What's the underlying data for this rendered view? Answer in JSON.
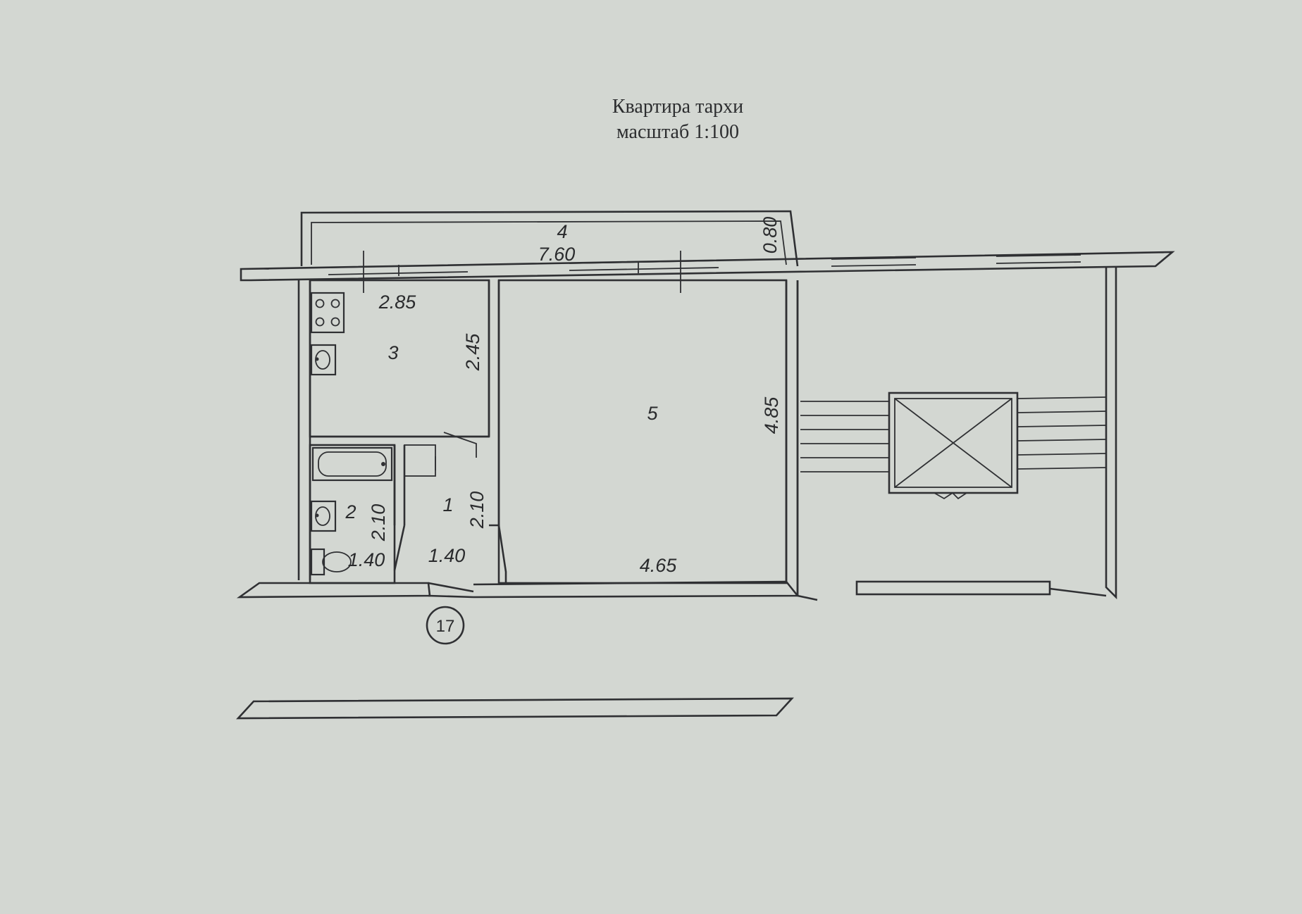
{
  "title": {
    "line1": "Квартира тархи",
    "line2": "масштаб 1:100"
  },
  "rooms": {
    "hall": {
      "number": "1",
      "width": "1.40",
      "length": "2.10"
    },
    "bathroom": {
      "number": "2",
      "width": "1.40",
      "length": "2.10"
    },
    "kitchen": {
      "number": "3",
      "width": "2.85",
      "length": "2.45"
    },
    "balcony": {
      "number": "4",
      "length": "7.60",
      "depth": "0.80"
    },
    "living_room": {
      "number": "5",
      "width": "4.65",
      "length": "4.85"
    }
  },
  "apartment_marker": "17",
  "icons": {
    "stove": "stove-icon",
    "kitchen_sink": "sink-icon",
    "bathtub": "bathtub-icon",
    "wash_basin": "sink-icon",
    "toilet": "toilet-icon",
    "elevator": "elevator-shaft-icon"
  },
  "colors": {
    "paper": "#d3d7d2",
    "ink": "#2f3033"
  }
}
